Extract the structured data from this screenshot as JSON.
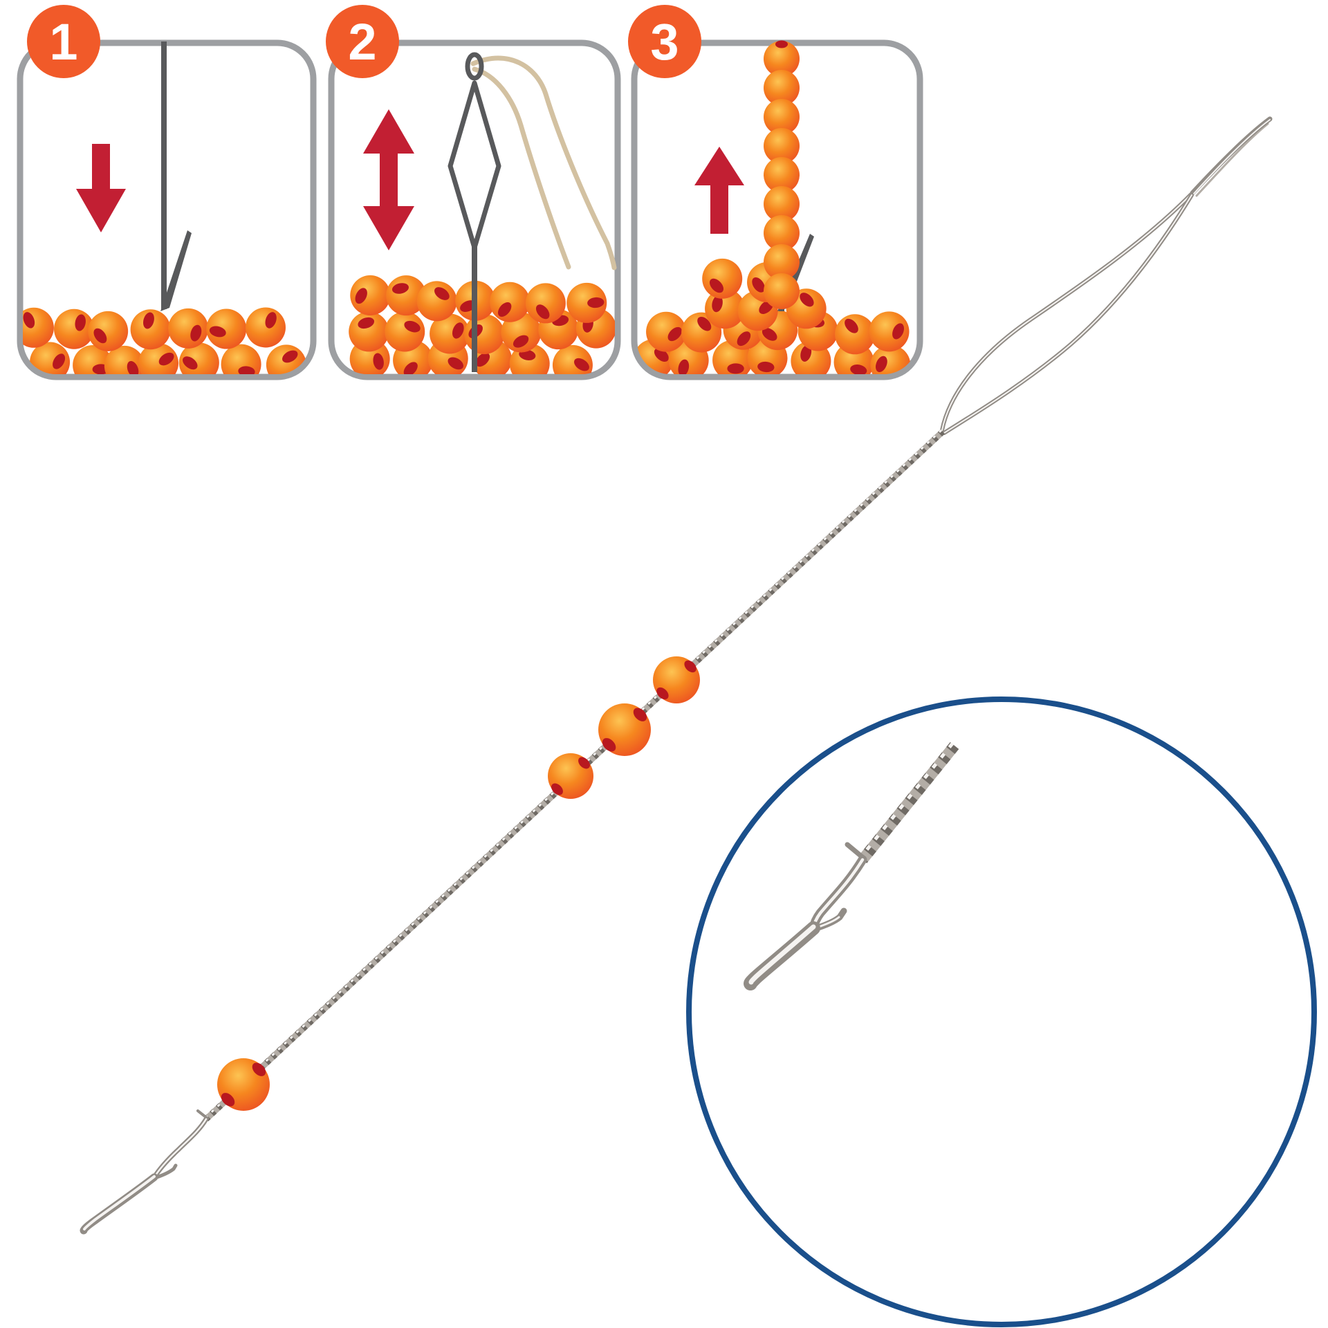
{
  "steps": [
    {
      "number": "1",
      "icon": "arrow-down-icon",
      "meaning": "push needle down into beads"
    },
    {
      "number": "2",
      "icon": "arrow-up-down-icon",
      "meaning": "bob threaded needle up and down in beads"
    },
    {
      "number": "3",
      "icon": "arrow-up-icon",
      "meaning": "lift needle up with beads strung"
    }
  ],
  "illustration": {
    "beads_on_needle_strand": 4,
    "beads_stacked_in_step3": 9
  },
  "colors": {
    "accent_orange": "#f15a29",
    "arrow_red": "#c21f33",
    "panel_border": "#9d9fa2",
    "panel_needle": "#58595b",
    "thread_tan": "#d3c1a1",
    "bead_highlight": "#fdc453",
    "bead_mid": "#f6871f",
    "bead_edge": "#eb4a22",
    "bead_hole": "#b8181f",
    "twist_base": "#b3ada6",
    "wire_base": "#918c86",
    "wire_dark": "#6f6a64",
    "wire_light": "#f5f3f1",
    "inset_ring": "#1a4f8b"
  }
}
